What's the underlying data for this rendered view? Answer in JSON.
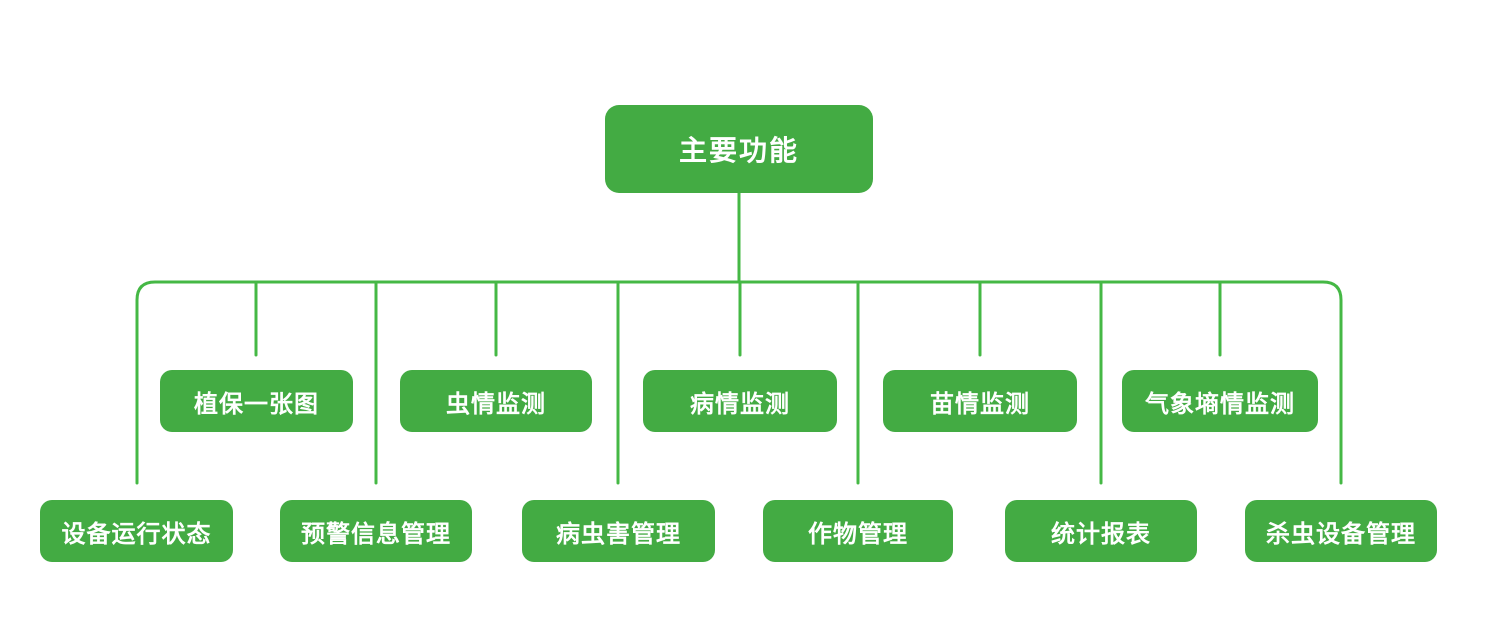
{
  "colors": {
    "node_fill": "#43ab43",
    "connector": "#45b845",
    "text": "#ffffff",
    "background": "#ffffff"
  },
  "root": {
    "label": "主要功能"
  },
  "level1": [
    {
      "label": "植保一张图"
    },
    {
      "label": "虫情监测"
    },
    {
      "label": "病情监测"
    },
    {
      "label": "苗情监测"
    },
    {
      "label": "气象墒情监测"
    }
  ],
  "level2": [
    {
      "label": "设备运行状态"
    },
    {
      "label": "预警信息管理"
    },
    {
      "label": "病虫害管理"
    },
    {
      "label": "作物管理"
    },
    {
      "label": "统计报表"
    },
    {
      "label": "杀虫设备管理"
    }
  ]
}
